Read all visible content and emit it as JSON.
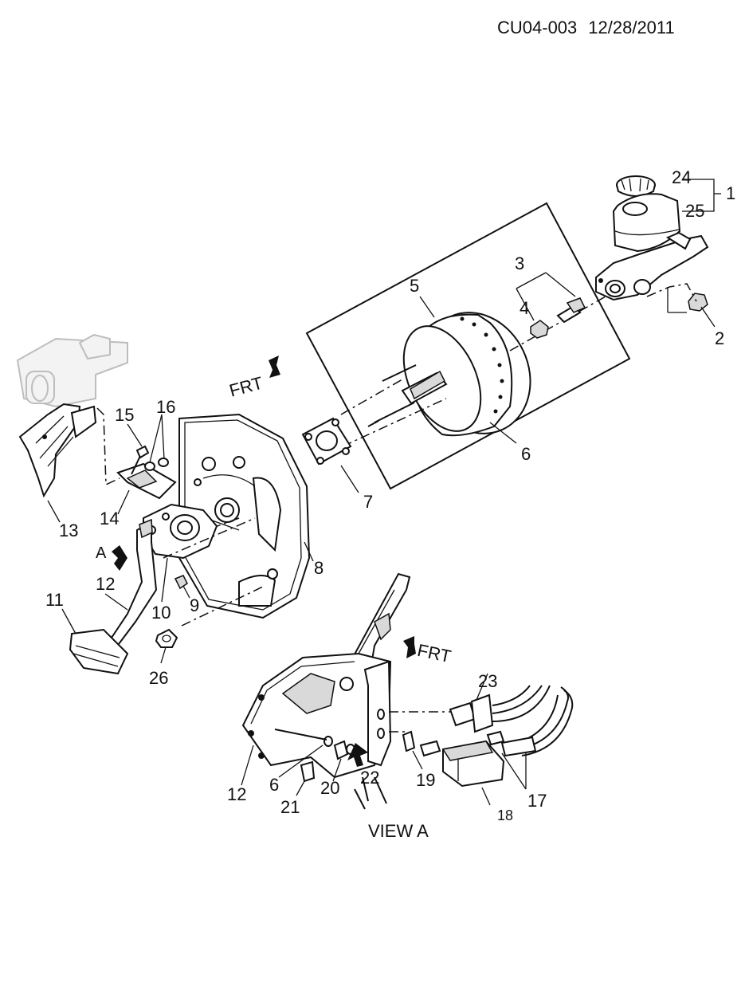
{
  "header": {
    "code": "CU04-003",
    "date": "12/28/2011"
  },
  "callouts": {
    "c1": "1",
    "c2": "2",
    "c3": "3",
    "c4": "4",
    "c5": "5",
    "c6": "6",
    "c6b": "6",
    "c7": "7",
    "c8": "8",
    "c9": "9",
    "c10": "10",
    "c11": "11",
    "c12": "12",
    "c12b": "12",
    "c13": "13",
    "c14": "14",
    "c15": "15",
    "c16": "16",
    "c17": "17",
    "c18": "18",
    "c19": "19",
    "c20": "20",
    "c21": "21",
    "c22": "22",
    "c23": "23",
    "c24": "24",
    "c25": "25",
    "c26": "26"
  },
  "arrows": {
    "frt_main": "FRT",
    "frt_view": "FRT",
    "view_marker": "A"
  },
  "view_caption": "VIEW A"
}
